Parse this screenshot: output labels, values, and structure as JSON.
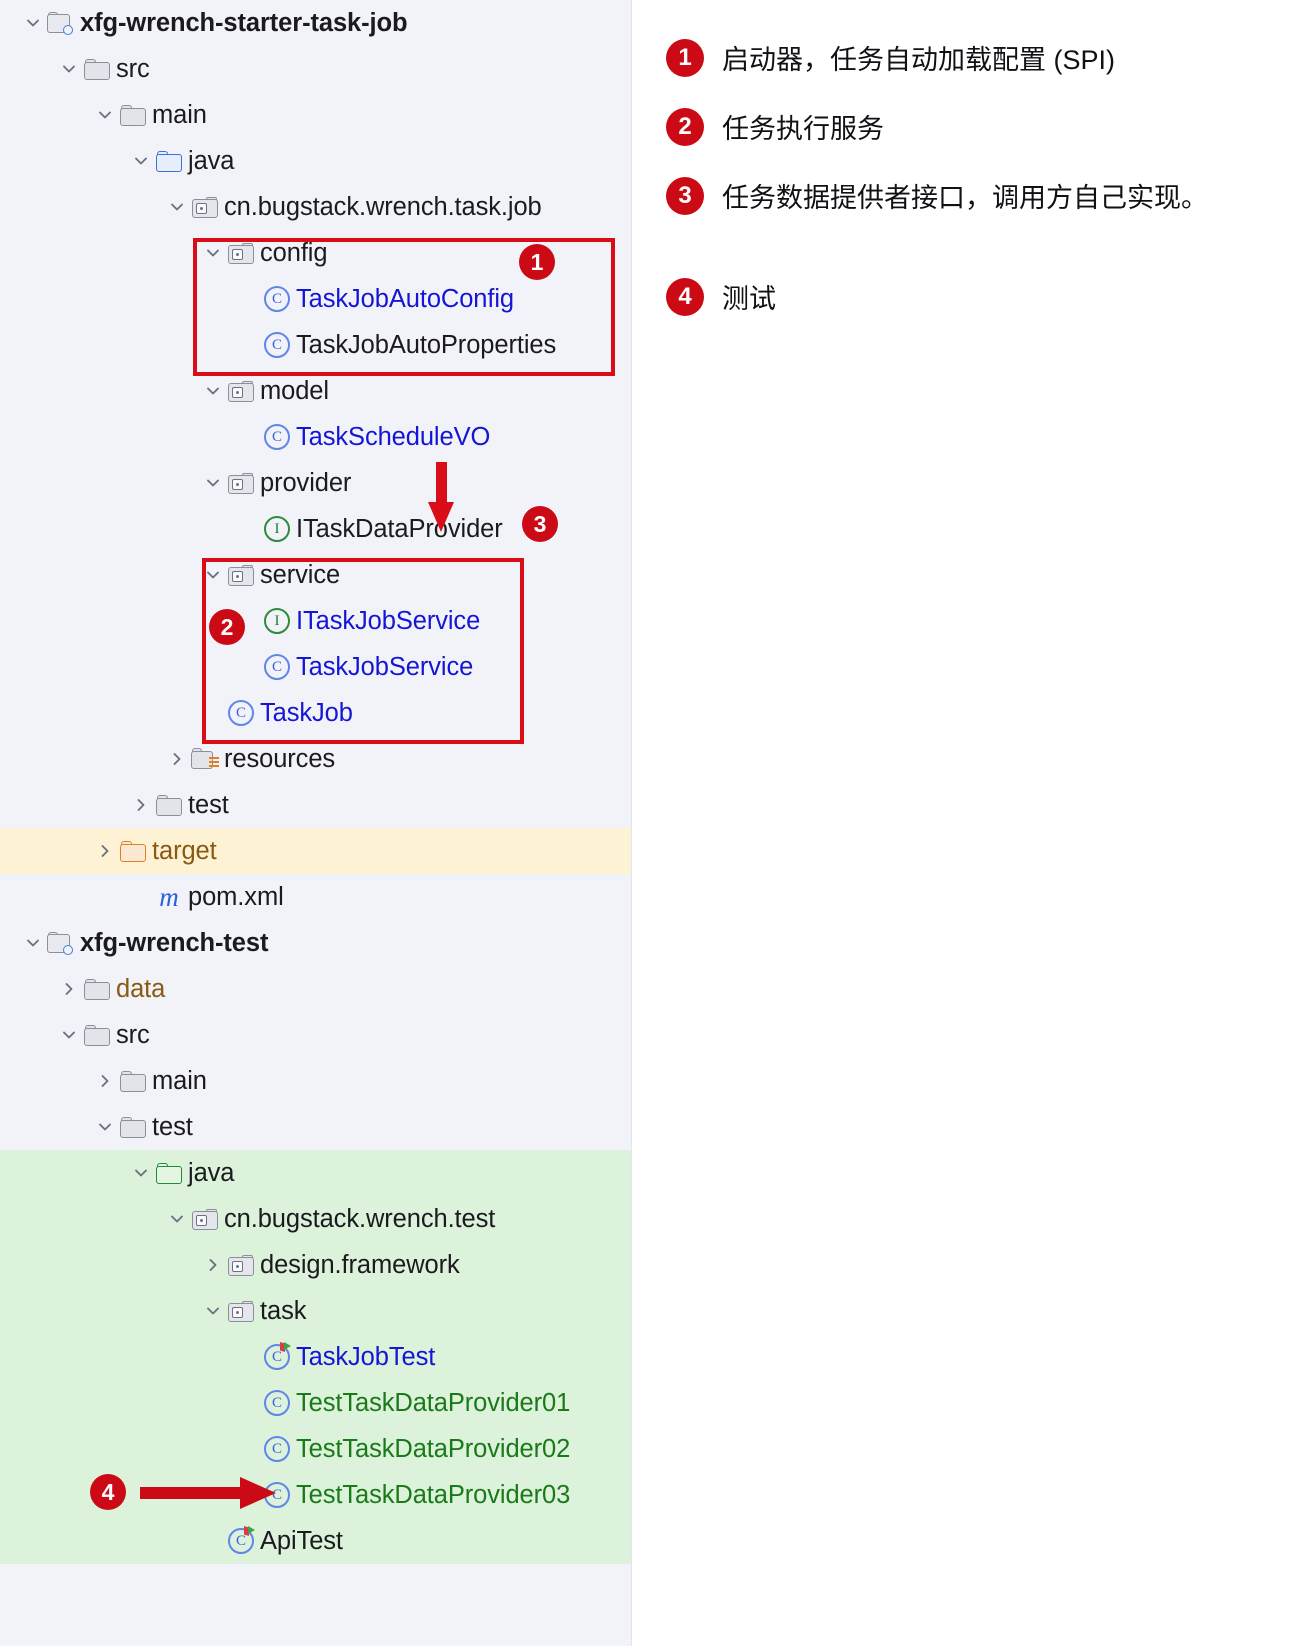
{
  "panel": {
    "background": "#f2f3f8",
    "highlight_yellow": "#fdf3d4",
    "highlight_green": "#dcf2da",
    "accent_red": "#cc0a16"
  },
  "tree": [
    {
      "label": "xfg-wrench-starter-task-job",
      "icon": "module-folder-icon",
      "twisty": "chevron-down",
      "depth": 0,
      "bold": true,
      "color": "default"
    },
    {
      "label": "src",
      "icon": "folder-icon",
      "twisty": "chevron-down",
      "depth": 1,
      "bold": false,
      "color": "default"
    },
    {
      "label": "main",
      "icon": "folder-icon",
      "twisty": "chevron-down",
      "depth": 2,
      "bold": false,
      "color": "default"
    },
    {
      "label": "java",
      "icon": "source-folder-icon",
      "twisty": "chevron-down",
      "depth": 3,
      "bold": false,
      "color": "default"
    },
    {
      "label": "cn.bugstack.wrench.task.job",
      "icon": "package-icon",
      "twisty": "chevron-down",
      "depth": 4,
      "bold": false,
      "color": "default"
    },
    {
      "label": "config",
      "icon": "package-icon",
      "twisty": "chevron-down",
      "depth": 5,
      "bold": false,
      "color": "default"
    },
    {
      "label": "TaskJobAutoConfig",
      "icon": "class-icon",
      "twisty": "none",
      "depth": 6,
      "bold": false,
      "color": "blue"
    },
    {
      "label": "TaskJobAutoProperties",
      "icon": "class-icon",
      "twisty": "none",
      "depth": 6,
      "bold": false,
      "color": "default"
    },
    {
      "label": "model",
      "icon": "package-icon",
      "twisty": "chevron-down",
      "depth": 5,
      "bold": false,
      "color": "default"
    },
    {
      "label": "TaskScheduleVO",
      "icon": "class-icon",
      "twisty": "none",
      "depth": 6,
      "bold": false,
      "color": "blue"
    },
    {
      "label": "provider",
      "icon": "package-icon",
      "twisty": "chevron-down",
      "depth": 5,
      "bold": false,
      "color": "default"
    },
    {
      "label": "ITaskDataProvider",
      "icon": "interface-icon",
      "twisty": "none",
      "depth": 6,
      "bold": false,
      "color": "default"
    },
    {
      "label": "service",
      "icon": "package-icon",
      "twisty": "chevron-down",
      "depth": 5,
      "bold": false,
      "color": "default"
    },
    {
      "label": "ITaskJobService",
      "icon": "interface-icon",
      "twisty": "none",
      "depth": 6,
      "bold": false,
      "color": "blue"
    },
    {
      "label": "TaskJobService",
      "icon": "class-icon",
      "twisty": "none",
      "depth": 6,
      "bold": false,
      "color": "blue"
    },
    {
      "label": "TaskJob",
      "icon": "class-icon",
      "twisty": "none",
      "depth": 5,
      "bold": false,
      "color": "blue"
    },
    {
      "label": "resources",
      "icon": "resources-folder-icon",
      "twisty": "chevron-right",
      "depth": 4,
      "bold": false,
      "color": "default"
    },
    {
      "label": "test",
      "icon": "folder-icon",
      "twisty": "chevron-right",
      "depth": 3,
      "bold": false,
      "color": "default"
    },
    {
      "label": "target",
      "icon": "excluded-folder-icon",
      "twisty": "chevron-right",
      "depth": 2,
      "bold": false,
      "color": "brown",
      "band": "yellow"
    },
    {
      "label": "pom.xml",
      "icon": "maven-file-icon",
      "twisty": "none",
      "depth": 3,
      "bold": false,
      "color": "default"
    },
    {
      "label": "xfg-wrench-test",
      "icon": "module-folder-icon",
      "twisty": "chevron-down",
      "depth": 0,
      "bold": true,
      "color": "default"
    },
    {
      "label": "data",
      "icon": "folder-icon",
      "twisty": "chevron-right",
      "depth": 1,
      "bold": false,
      "color": "brown"
    },
    {
      "label": "src",
      "icon": "folder-icon",
      "twisty": "chevron-down",
      "depth": 1,
      "bold": false,
      "color": "default"
    },
    {
      "label": "main",
      "icon": "folder-icon",
      "twisty": "chevron-right",
      "depth": 2,
      "bold": false,
      "color": "default"
    },
    {
      "label": "test",
      "icon": "folder-icon",
      "twisty": "chevron-down",
      "depth": 2,
      "bold": false,
      "color": "default"
    },
    {
      "label": "java",
      "icon": "test-source-folder-icon",
      "twisty": "chevron-down",
      "depth": 3,
      "bold": false,
      "color": "default",
      "band": "green"
    },
    {
      "label": "cn.bugstack.wrench.test",
      "icon": "package-icon",
      "twisty": "chevron-down",
      "depth": 4,
      "bold": false,
      "color": "default",
      "band": "green"
    },
    {
      "label": "design.framework",
      "icon": "package-icon",
      "twisty": "chevron-right",
      "depth": 5,
      "bold": false,
      "color": "default",
      "band": "green"
    },
    {
      "label": "task",
      "icon": "package-icon",
      "twisty": "chevron-down",
      "depth": 5,
      "bold": false,
      "color": "default",
      "band": "green"
    },
    {
      "label": "TaskJobTest",
      "icon": "test-class-icon",
      "twisty": "none",
      "depth": 6,
      "bold": false,
      "color": "blue",
      "band": "green"
    },
    {
      "label": "TestTaskDataProvider01",
      "icon": "class-icon",
      "twisty": "none",
      "depth": 6,
      "bold": false,
      "color": "green",
      "band": "green"
    },
    {
      "label": "TestTaskDataProvider02",
      "icon": "class-icon",
      "twisty": "none",
      "depth": 6,
      "bold": false,
      "color": "green",
      "band": "green"
    },
    {
      "label": "TestTaskDataProvider03",
      "icon": "class-icon",
      "twisty": "none",
      "depth": 6,
      "bold": false,
      "color": "green",
      "band": "green"
    },
    {
      "label": "ApiTest",
      "icon": "test-class-icon",
      "twisty": "none",
      "depth": 5,
      "bold": false,
      "color": "default",
      "band": "green"
    }
  ],
  "markers": {
    "badge_1": "1",
    "badge_2": "2",
    "badge_3": "3",
    "badge_4": "4"
  },
  "notes": [
    {
      "num": "1",
      "text": "启动器，任务自动加载配置 (SPI)"
    },
    {
      "num": "2",
      "text": "任务执行服务"
    },
    {
      "num": "3",
      "text": "任务数据提供者接口，调用方自己实现。"
    },
    {
      "num": "4",
      "text": "测试"
    }
  ]
}
